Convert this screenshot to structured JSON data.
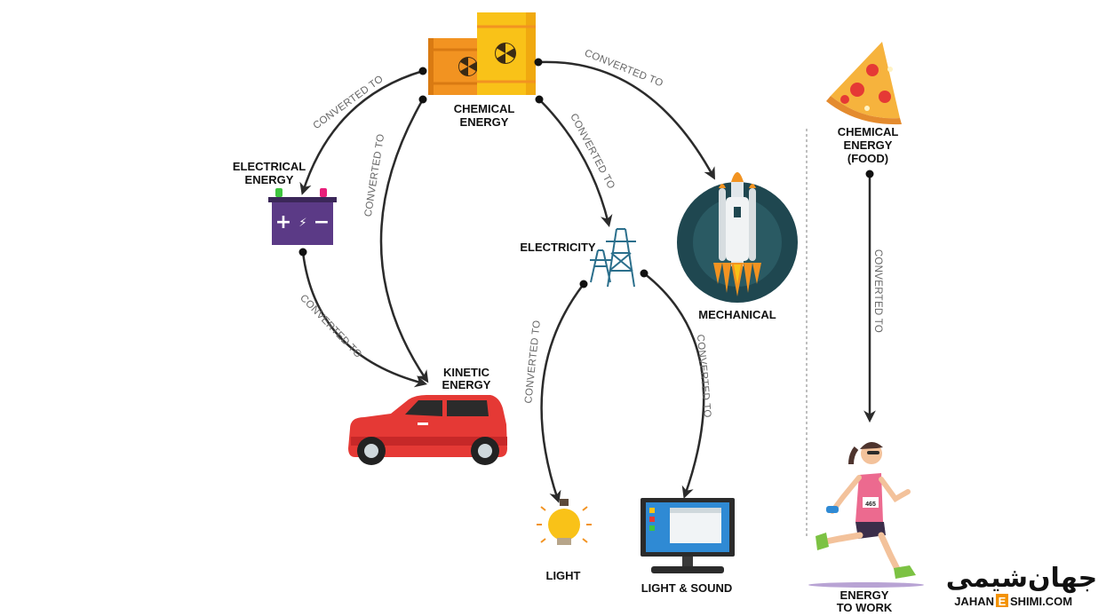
{
  "nodes": {
    "chemical": "CHEMICAL\nENERGY",
    "electrical": "ELECTRICAL\nENERGY",
    "electricity": "ELECTRICITY",
    "mechanical": "MECHANICAL",
    "kinetic": "KINETIC\nENERGY",
    "light": "LIGHT",
    "light_sound": "LIGHT & SOUND",
    "food": "CHEMICAL\nENERGY\n(FOOD)",
    "work": "ENERGY\nTO WORK"
  },
  "edge_label": "CONVERTED TO",
  "edges": [
    {
      "from": "chemical",
      "to": "electrical",
      "label": "CONVERTED TO"
    },
    {
      "from": "chemical",
      "to": "kinetic",
      "label": "CONVERTED TO"
    },
    {
      "from": "chemical",
      "to": "electricity",
      "label": "CONVERTED TO"
    },
    {
      "from": "chemical",
      "to": "mechanical",
      "label": "CONVERTED TO"
    },
    {
      "from": "electrical",
      "to": "kinetic",
      "label": "CONVERTED TO"
    },
    {
      "from": "electricity",
      "to": "light",
      "label": "CONVERTED TO"
    },
    {
      "from": "electricity",
      "to": "light_sound",
      "label": "CONVERTED TO"
    },
    {
      "from": "food",
      "to": "work",
      "label": "CONVERTED TO"
    }
  ],
  "battery": {
    "plus": "+",
    "bolt": "⚡",
    "minus": "−"
  },
  "runner_bib": "465",
  "watermark": {
    "persian": "جهان‌شیمی",
    "latin_left": "JAHAN",
    "latin_mid": "E",
    "latin_right": "SHIMI.COM"
  },
  "colors": {
    "arrow": "#2b2b2b",
    "barrel_yellow": "#f9c218",
    "barrel_orange": "#f29321",
    "battery": "#5b3a86",
    "car": "#e53935",
    "rocket_bg": "#1f4750",
    "brand_orange": "#f39200"
  }
}
